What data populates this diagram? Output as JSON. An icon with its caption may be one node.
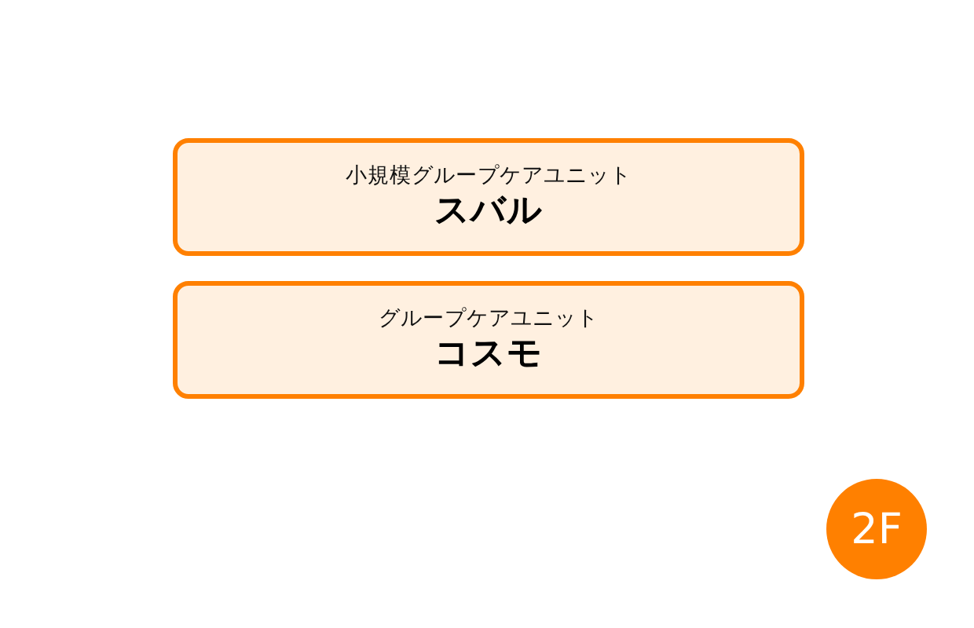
{
  "diagram": {
    "nodes": [
      {
        "text": [
          "小規模グループケアユニット",
          "スバル"
        ]
      },
      {
        "text": [
          "グループケアユニット",
          "コスモ"
        ]
      },
      {
        "text": [
          "2F"
        ]
      }
    ],
    "edges": []
  }
}
